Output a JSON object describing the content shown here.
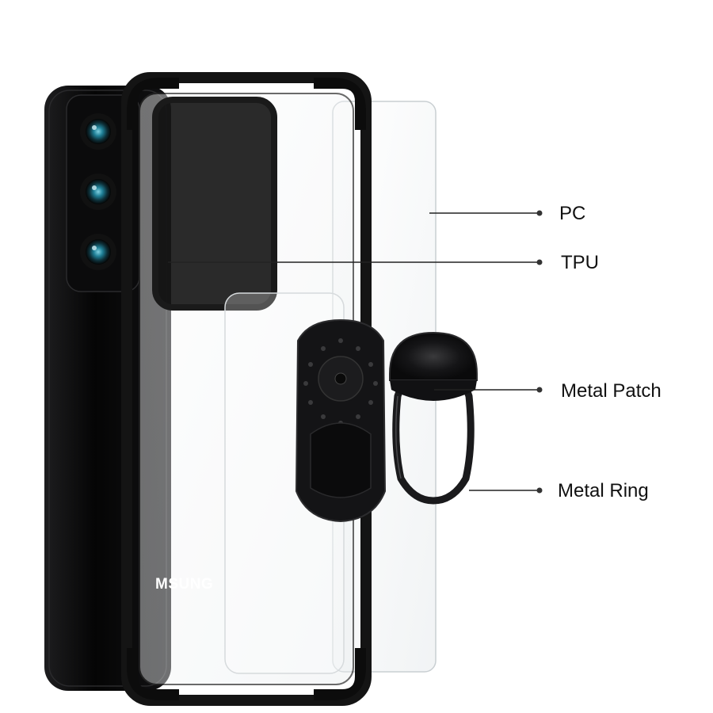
{
  "labels": {
    "pc": "PC",
    "tpu": "TPU",
    "metal_patch": "Metal Patch",
    "metal_ring": "Metal Ring"
  },
  "phone_brand_text": "MSUNG",
  "colors": {
    "background": "#ffffff",
    "phone_body": "#0a0a0a",
    "bumper": "#151515",
    "clear_case": "#f4f6f7",
    "camera_lens": "#1f7f96",
    "leader_line": "#222222"
  }
}
